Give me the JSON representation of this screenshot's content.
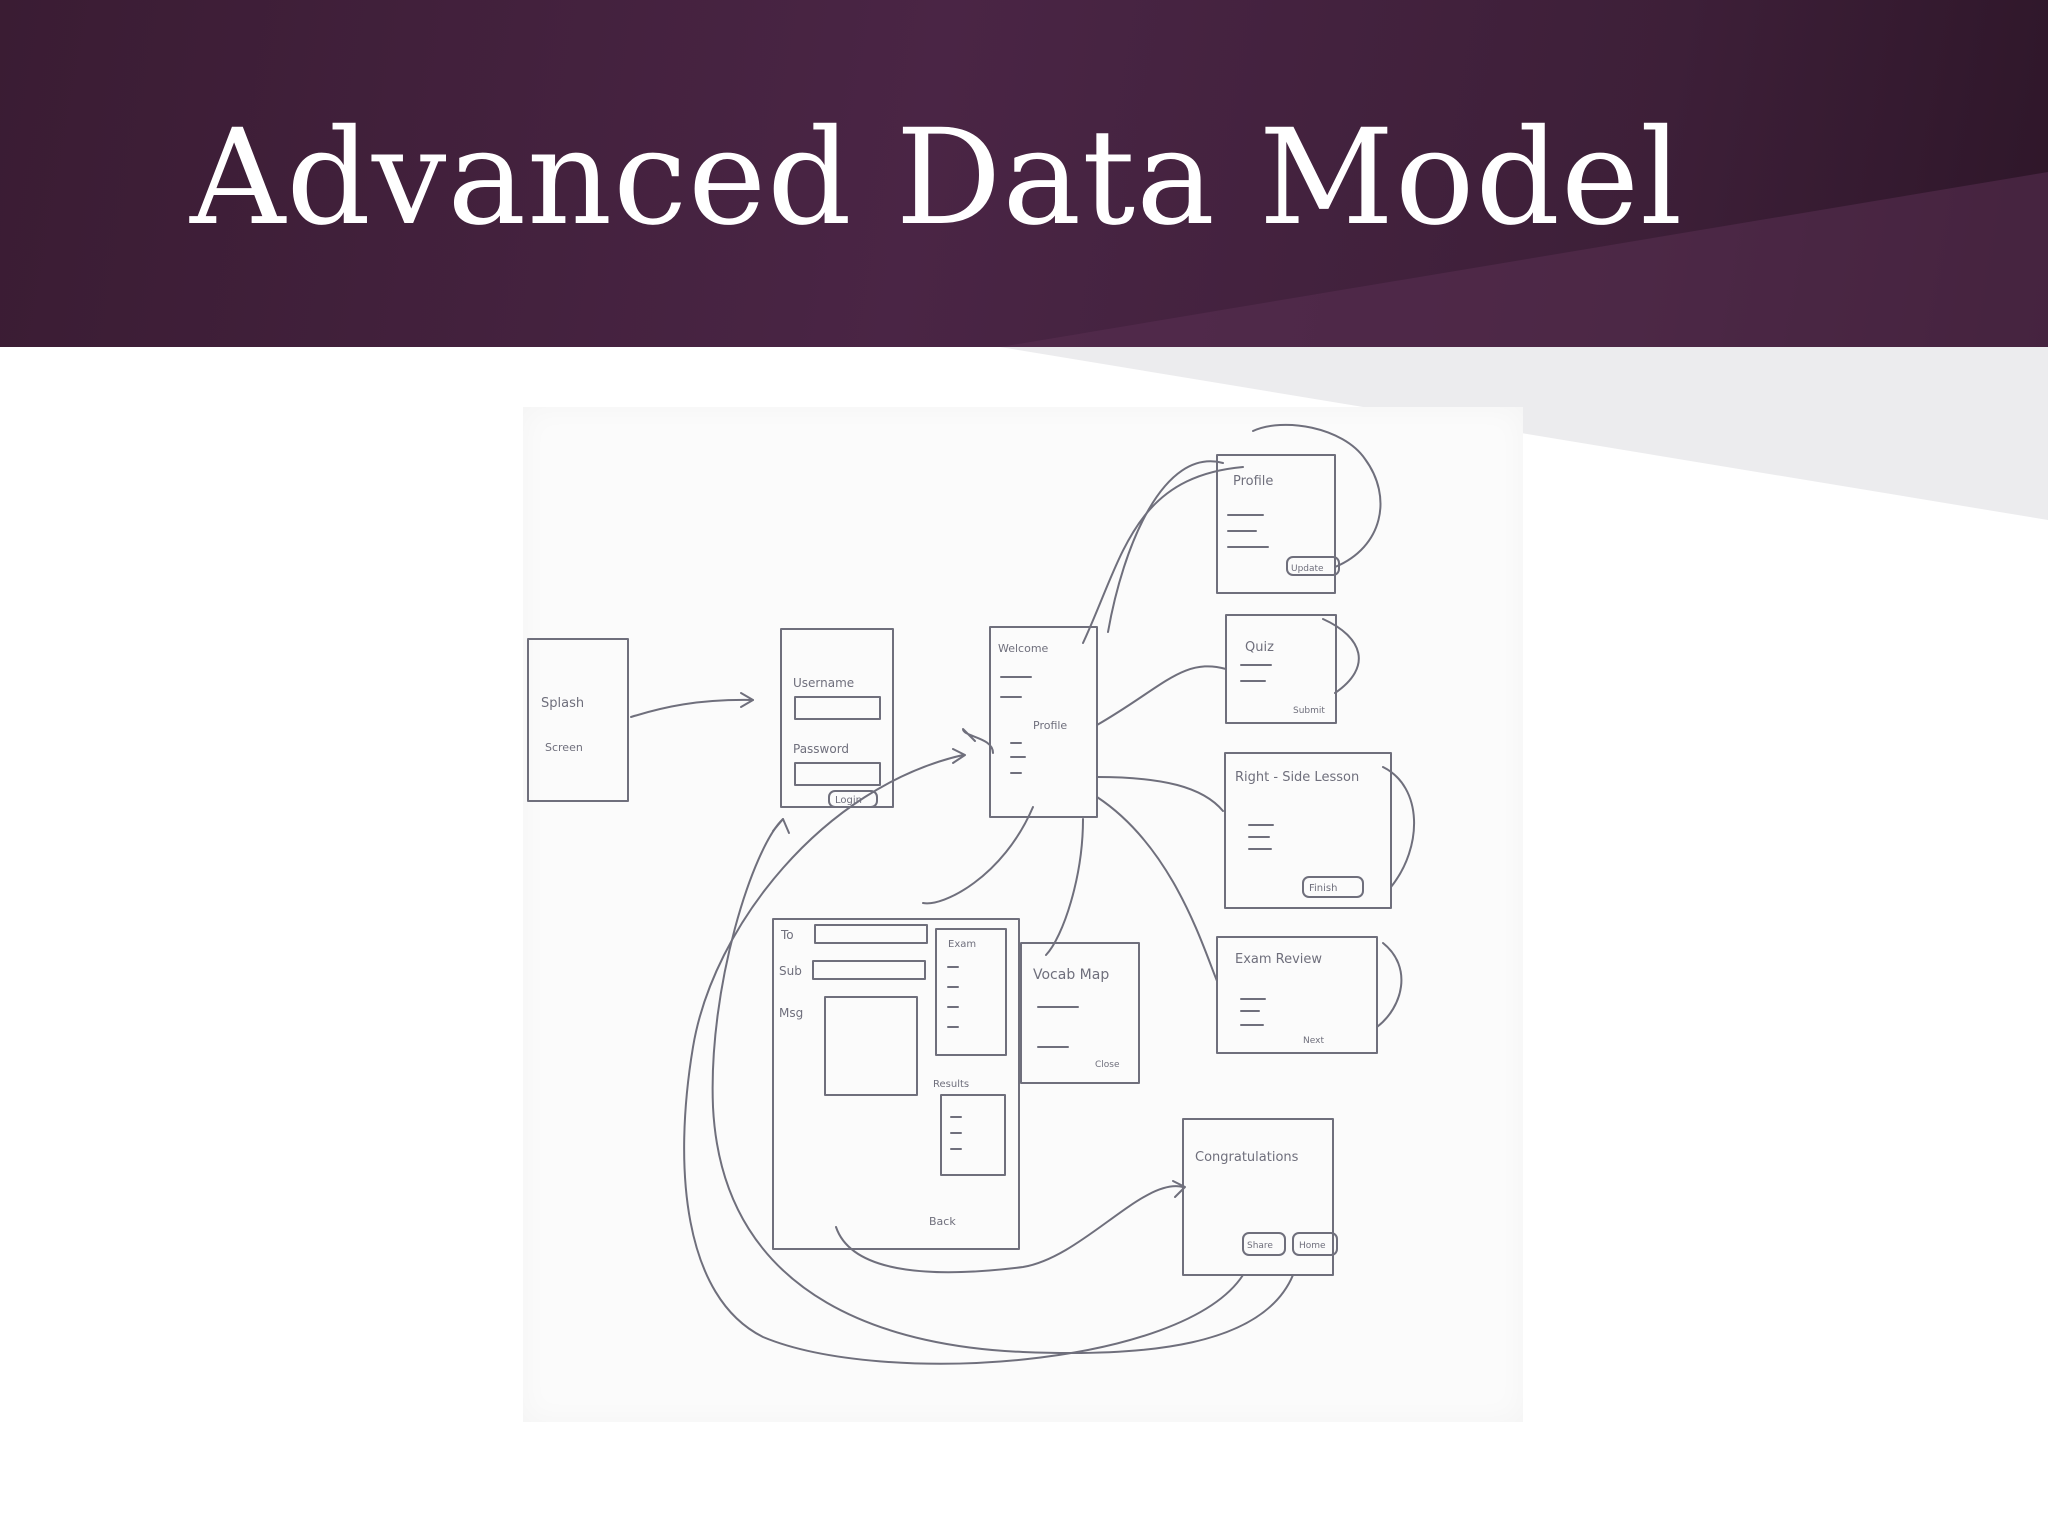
{
  "slide": {
    "title": "Advanced Data Model"
  },
  "sketch": {
    "screens": {
      "splash": [
        "Splash",
        "Screen"
      ],
      "login": [
        "Username",
        "Password",
        "Login"
      ],
      "home": [
        "Welcome",
        "Profile"
      ],
      "profile": [
        "Profile",
        "Update"
      ],
      "quiz": [
        "Quiz",
        "Submit"
      ],
      "right_side": [
        "Right - Side Lesson",
        "Finish"
      ],
      "exam_review": [
        "Exam Review",
        "Next"
      ],
      "compose": [
        "To",
        "Sub",
        "Msg",
        "Exam",
        "Results",
        "Back"
      ],
      "vocab": [
        "Vocab Map",
        "Close"
      ],
      "congrats": [
        "Congratulations",
        "Share",
        "Home"
      ]
    }
  },
  "colors": {
    "title_bar": "#3e1f3a",
    "pencil": "#6f6f7c",
    "paper": "#fbfbfb",
    "decor_gray": "#e7e7e9"
  }
}
